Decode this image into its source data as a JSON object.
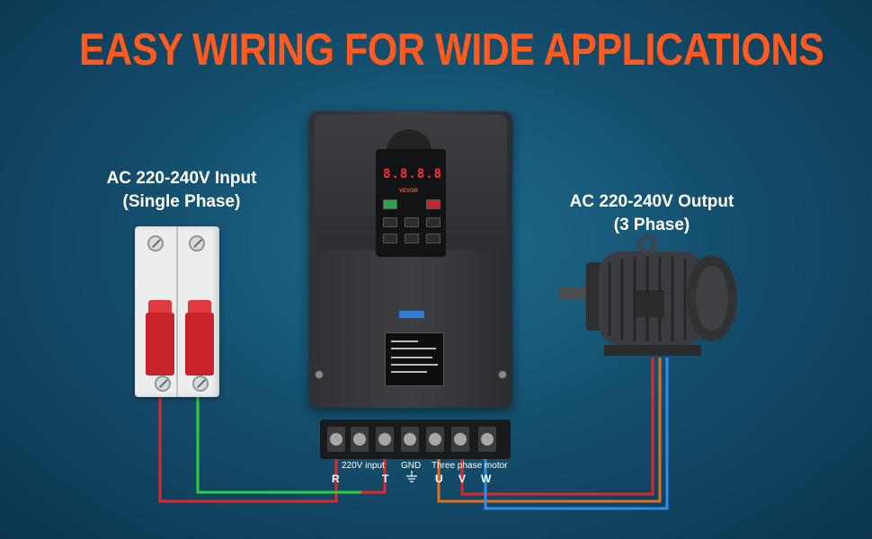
{
  "headline": "EASY WIRING FOR WIDE APPLICATIONS",
  "input": {
    "line1": "AC 220-240V Input",
    "line2": "(Single Phase)"
  },
  "output": {
    "line1": "AC 220-240V Output",
    "line2": "(3 Phase)"
  },
  "terminal": {
    "input_label": "220V input",
    "gnd_label": "GND",
    "motor_label": "Three phase motor",
    "letters": {
      "r": "R",
      "t": "T",
      "u": "U",
      "v": "V",
      "w": "W"
    }
  },
  "drive": {
    "brand": "VEVOR"
  },
  "colors": {
    "headline": "#ff5a1f",
    "wire_red": "#e0282c",
    "wire_green": "#2ecc40",
    "wire_orange": "#e07020",
    "wire_blue": "#2e8ee6"
  },
  "icons": [
    "breaker-icon",
    "inverter-drive-icon",
    "motor-icon",
    "ground-icon"
  ]
}
